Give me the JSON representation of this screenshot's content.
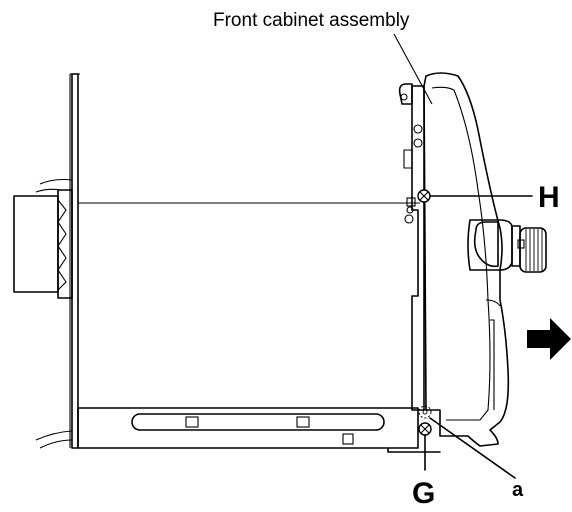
{
  "diagram": {
    "title": "Front cabinet assembly",
    "labels": {
      "screw_h": "H",
      "screw_g": "G",
      "part_a": "a"
    },
    "arrow_direction": "right",
    "colors": {
      "line": "#000000",
      "background": "#ffffff"
    }
  }
}
